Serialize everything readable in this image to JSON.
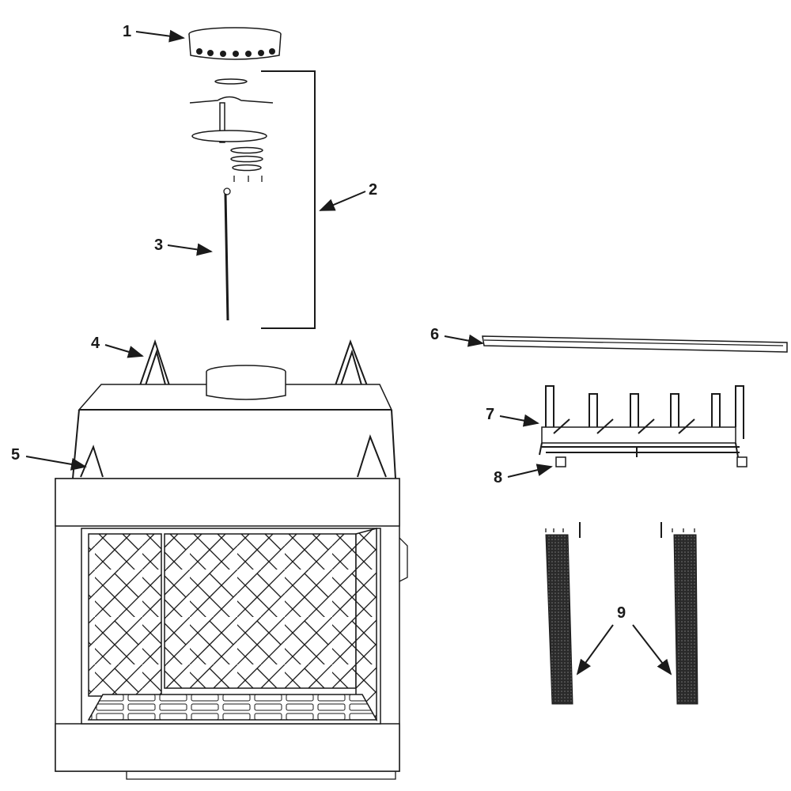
{
  "diagram": {
    "type": "exploded-parts-diagram",
    "callouts": [
      {
        "number": "1",
        "part": "collar"
      },
      {
        "number": "2",
        "part": "damper-assembly"
      },
      {
        "number": "3",
        "part": "damper-rod"
      },
      {
        "number": "4",
        "part": "top-standoff"
      },
      {
        "number": "5",
        "part": "side-standoff"
      },
      {
        "number": "6",
        "part": "hearth-extension-strip"
      },
      {
        "number": "7",
        "part": "grate"
      },
      {
        "number": "8",
        "part": "grate-foot"
      },
      {
        "number": "9",
        "part": "screen-curtain"
      }
    ]
  }
}
